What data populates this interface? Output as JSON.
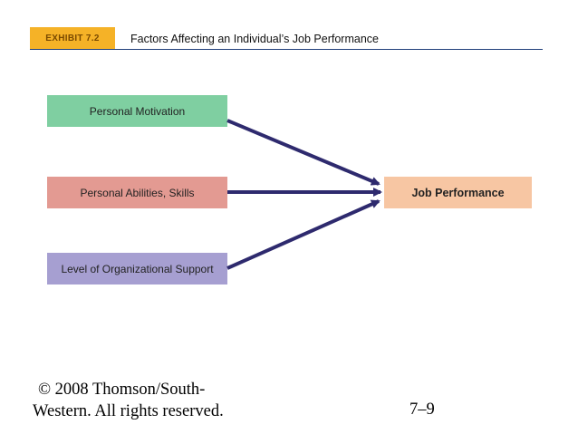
{
  "header": {
    "exhibit_label": "EXHIBIT 7.2",
    "title": "Factors Affecting an Individual’s Job Performance"
  },
  "diagram": {
    "inputs": [
      {
        "label": "Personal Motivation",
        "color": "#7fcfa1"
      },
      {
        "label": "Personal Abilities, Skills",
        "color": "#e39a92"
      },
      {
        "label": "Level of Organizational Support",
        "color": "#a69fd1"
      }
    ],
    "outcome": {
      "label": "Job Performance",
      "color": "#f7c6a3"
    },
    "arrow_color": "#2e2a6e"
  },
  "footer": {
    "copyright_line1": "© 2008 Thomson/South-",
    "copyright_line2": "Western. All rights reserved.",
    "page_number": "7–9"
  }
}
